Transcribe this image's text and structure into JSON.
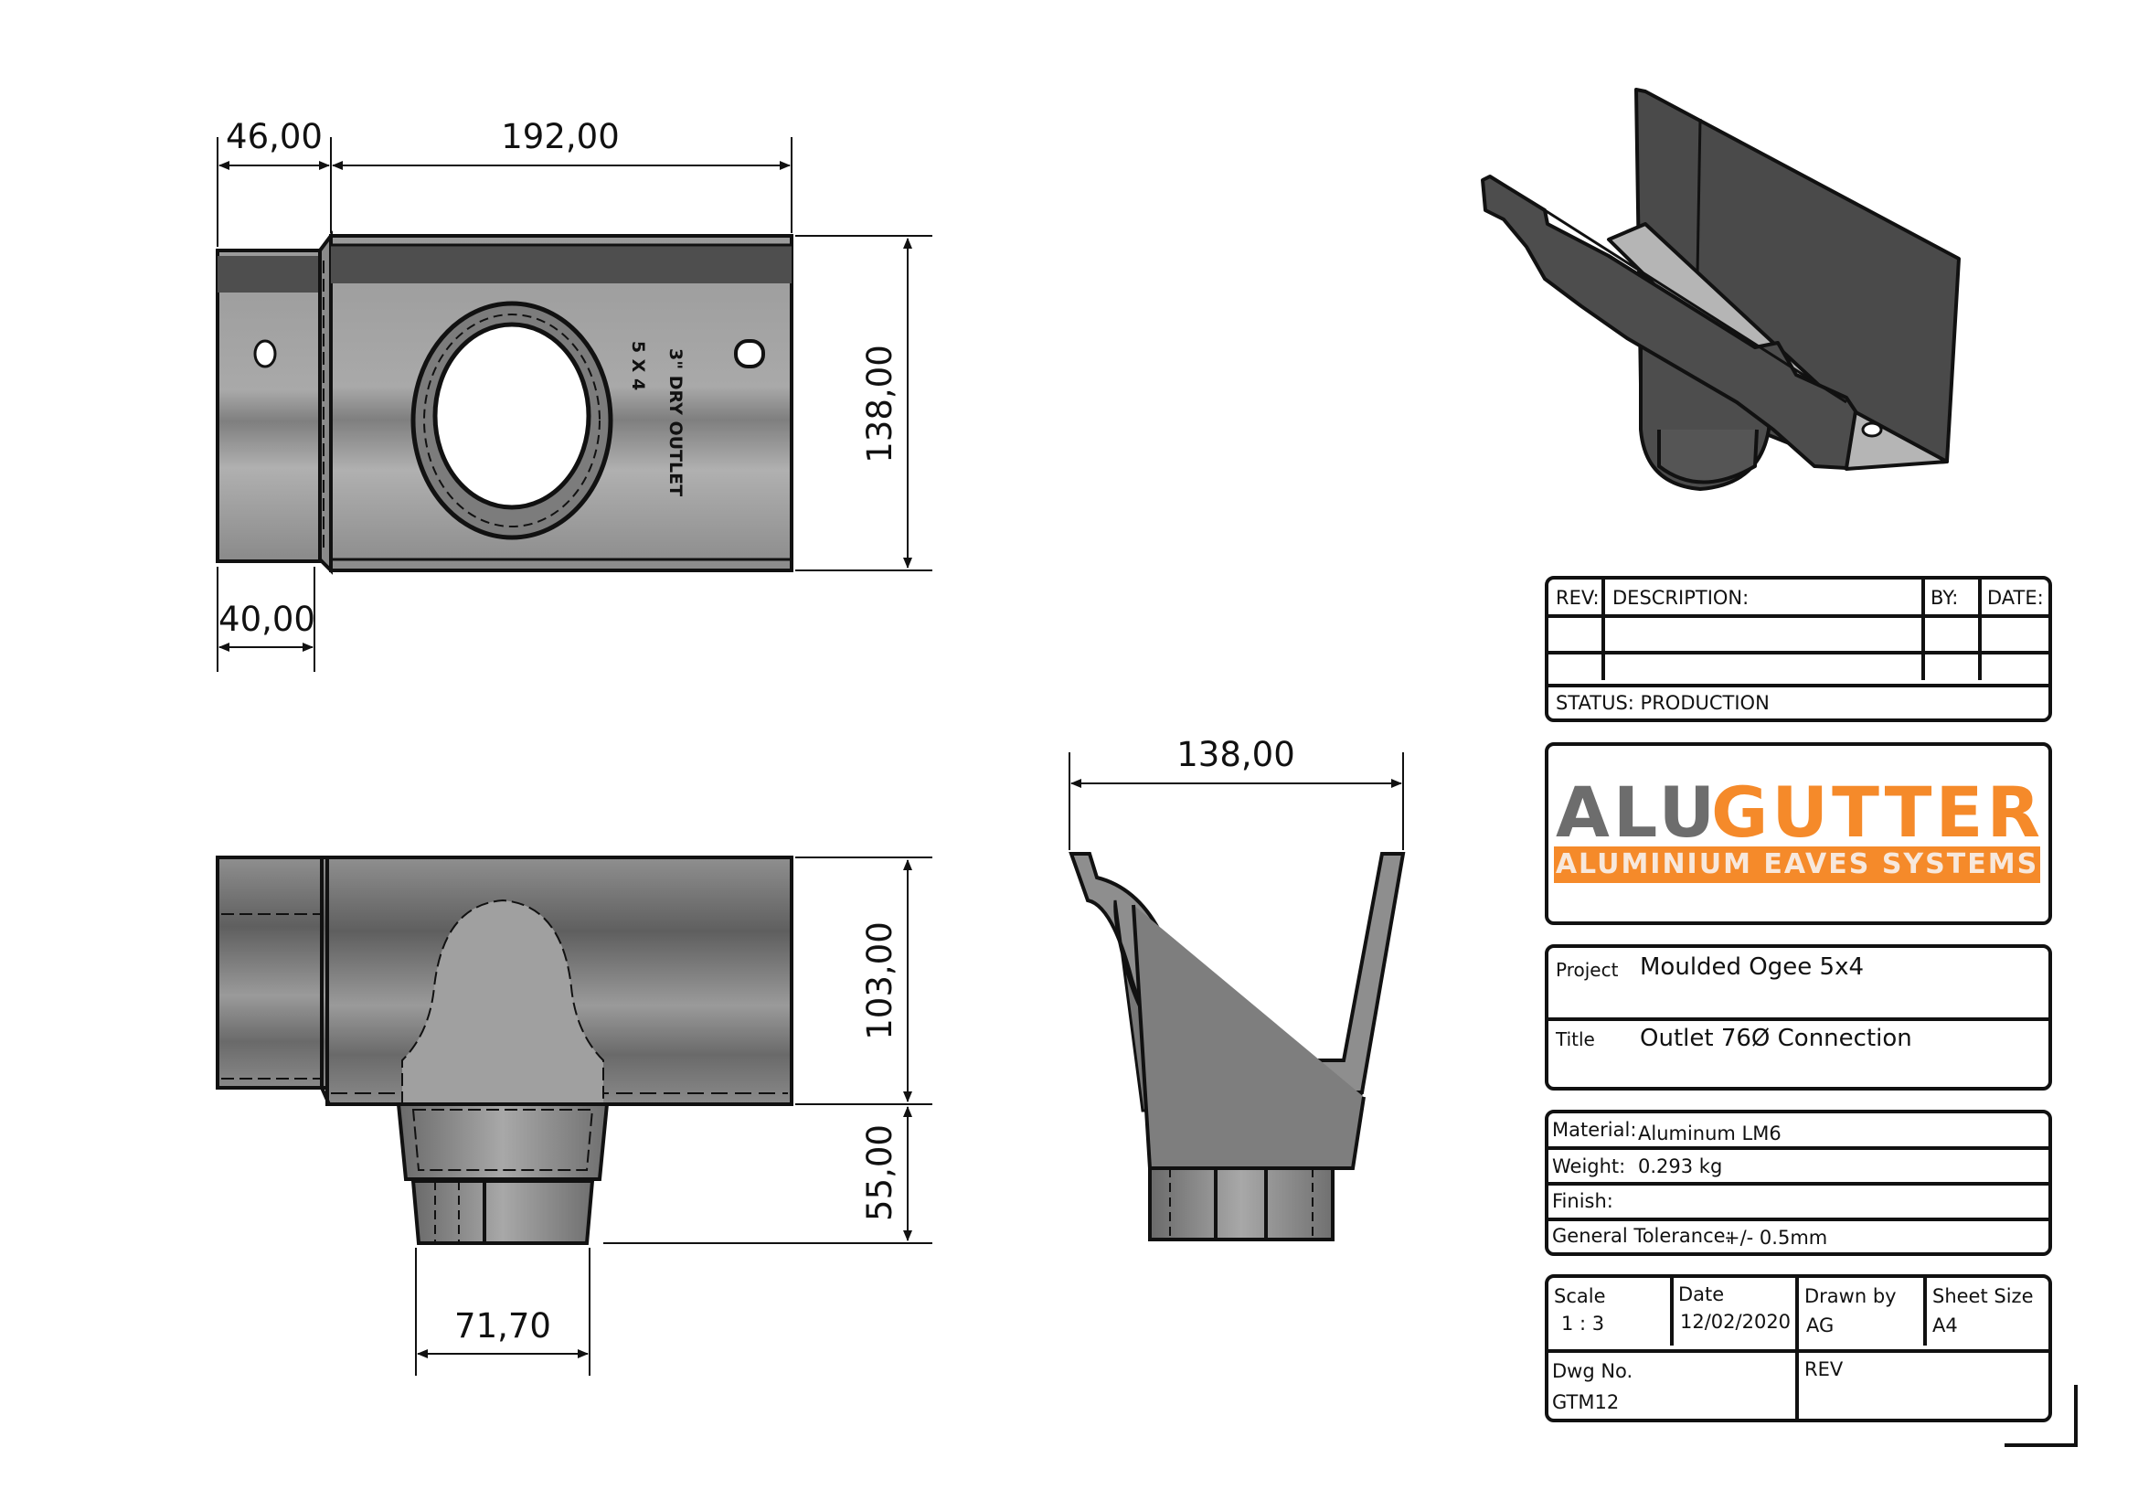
{
  "drawing": {
    "top_view": {
      "dims": {
        "left_spigot_length": "46,00",
        "body_length": "192,00",
        "width": "138,00",
        "spigot_inner": "40,00"
      },
      "embossed_text": [
        "3\" DRY OUTLET",
        "5 X 4"
      ]
    },
    "front_view": {
      "dims": {
        "body_height": "103,00",
        "outlet_height": "55,00",
        "outlet_diameter": "71,70"
      }
    },
    "side_view": {
      "dims": {
        "overall_width": "138,00"
      }
    },
    "colors": {
      "part_fill": "#8c8c8c",
      "part_dark": "#4a4a4a",
      "outline": "#111111",
      "iso_fill": "#4d4d4d",
      "iso_light": "#b8b8b8"
    }
  },
  "revision_table": {
    "headers": {
      "rev": "REV:",
      "description": "DESCRIPTION:",
      "by": "BY:",
      "date": "DATE:"
    },
    "rows": [
      {
        "rev": "",
        "description": "",
        "by": "",
        "date": ""
      },
      {
        "rev": "",
        "description": "",
        "by": "",
        "date": ""
      }
    ],
    "status": "STATUS: PRODUCTION"
  },
  "logo": {
    "brand_part1": "ALU",
    "brand_part2": "GUTTER",
    "tagline": "ALUMINIUM EAVES SYSTEMS",
    "gray": "#6d6d6d",
    "orange": "#f58a2a"
  },
  "project_block": {
    "project_label": "Project",
    "project_value": "Moulded Ogee 5x4",
    "title_label": "Title",
    "title_value": "Outlet 76Ø Connection"
  },
  "material_block": {
    "material_label": "Material:",
    "material_value": "Aluminum LM6",
    "weight_label": "Weight:",
    "weight_value": "0.293 kg",
    "finish_label": "Finish:",
    "finish_value": "",
    "tolerance_label": "General Tolerance:",
    "tolerance_value": "+/- 0.5mm"
  },
  "info_block": {
    "scale_label": "Scale",
    "scale_value": "1 : 3",
    "date_label": "Date",
    "date_value": "12/02/2020",
    "drawn_by_label": "Drawn by",
    "drawn_by_value": "AG",
    "sheet_size_label": "Sheet Size",
    "sheet_size_value": "A4",
    "dwg_no_label": "Dwg No.",
    "dwg_no_value": "GTM12",
    "rev_label": "REV",
    "rev_value": ""
  }
}
